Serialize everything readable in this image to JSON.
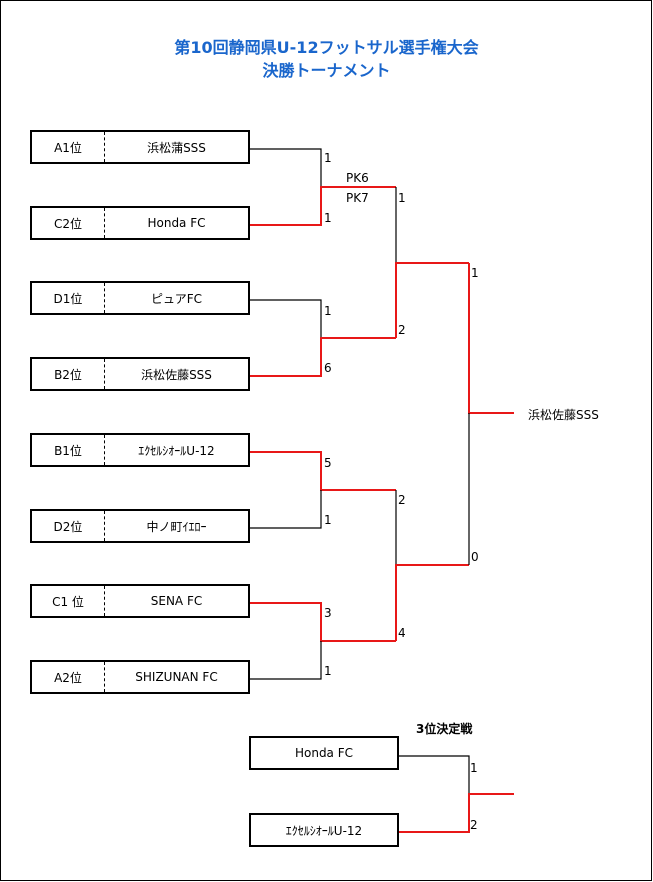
{
  "title_line1": "第10回静岡県U-12フットサル選手権大会",
  "title_line2": "決勝トーナメント",
  "line_colors": {
    "win": "#e81818",
    "loss": "#000000"
  },
  "entries": [
    {
      "rank": "A1位",
      "team": "浜松蒲SSS"
    },
    {
      "rank": "C2位",
      "team": "Honda FC"
    },
    {
      "rank": "D1位",
      "team": "ピュアFC"
    },
    {
      "rank": "B2位",
      "team": "浜松佐藤SSS"
    },
    {
      "rank": "B1位",
      "team": "ｴｸｾﾙｼｵｰﾙU-12"
    },
    {
      "rank": "D2位",
      "team": "中ノ町ｲｴﾛｰ"
    },
    {
      "rank": "C1 位",
      "team": "SENA FC"
    },
    {
      "rank": "A2位",
      "team": "SHIZUNAN FC"
    }
  ],
  "round1_scores": [
    "1",
    "1",
    "1",
    "6",
    "5",
    "1",
    "3",
    "1"
  ],
  "pk": [
    "PK6",
    "PK7"
  ],
  "round2_scores": [
    "1",
    "2",
    "2",
    "4"
  ],
  "final_scores": [
    "1",
    "0"
  ],
  "champion": "浜松佐藤SSS",
  "third_place": {
    "title": "3位決定戦",
    "teams": [
      "Honda FC",
      "ｴｸｾﾙｼｵｰﾙU-12"
    ],
    "scores": [
      "1",
      "2"
    ]
  }
}
